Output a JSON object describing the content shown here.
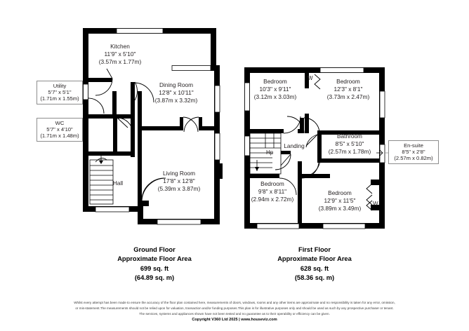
{
  "document": {
    "type": "floor-plan",
    "floors": [
      {
        "id": "ground",
        "title": "Ground Floor",
        "area_line": "Approximate Floor Area",
        "area_imperial": "699 sq. ft",
        "area_metric": "(64.89 sq. m)",
        "rooms": [
          {
            "name": "Kitchen",
            "dim_imperial": "11'9\" x 5'10\"",
            "dim_metric": "(3.57m x 1.77m)"
          },
          {
            "name": "Dining Room",
            "dim_imperial": "12'8\" x 10'11\"",
            "dim_metric": "(3.87m x 3.32m)"
          },
          {
            "name": "Living Room",
            "dim_imperial": "17'8\" x 12'8\"",
            "dim_metric": "(5.39m x 3.87m)"
          },
          {
            "name": "Hall",
            "dim_imperial": "",
            "dim_metric": ""
          }
        ],
        "callouts": [
          {
            "name": "Utility",
            "dim_imperial": "5'7\" x 5'1\"",
            "dim_metric": "(1.71m x 1.55m)"
          },
          {
            "name": "WC",
            "dim_imperial": "5'7\" x 4'10\"",
            "dim_metric": "(1.71m x 1.48m)"
          }
        ]
      },
      {
        "id": "first",
        "title": "First Floor",
        "area_line": "Approximate Floor Area",
        "area_imperial": "628 sq. ft",
        "area_metric": "(58.36 sq. m)",
        "rooms": [
          {
            "name": "Bedroom",
            "dim_imperial": "10'3\" x 9'11\"",
            "dim_metric": "(3.12m x 3.03m)"
          },
          {
            "name": "Bedroom",
            "dim_imperial": "12'3\" x 8'1\"",
            "dim_metric": "(3.73m x 2.47m)"
          },
          {
            "name": "Bathroom",
            "dim_imperial": "8'5\" x 5'10\"",
            "dim_metric": "(2.57m x 1.78m)"
          },
          {
            "name": "Bedroom",
            "dim_imperial": "9'8\" x 8'11\"",
            "dim_metric": "(2.94m x 2.72m)"
          },
          {
            "name": "Bedroom",
            "dim_imperial": "12'9\" x 11'5\"",
            "dim_metric": "(3.89m x 3.49m)"
          },
          {
            "name": "Landing",
            "dim_imperial": "",
            "dim_metric": ""
          }
        ],
        "callouts": [
          {
            "name": "En-suite",
            "dim_imperial": "8'5\" x 2'8\"",
            "dim_metric": "(2.57m x 0.82m)"
          }
        ],
        "markers": [
          {
            "label": "W",
            "meaning": "wardrobe"
          },
          {
            "label": "W",
            "meaning": "wardrobe"
          },
          {
            "label": "Hp",
            "meaning": "hot-press"
          }
        ]
      }
    ]
  },
  "footer": {
    "disclaimer_line1": "Whilst every attempt has been made to ensure the accuracy of the floor plan contained here, measurements of doors, windows, rooms and any other items are approximate and no responsibility is taken for any error, omission,",
    "disclaimer_line2": "or mis-statement.The measurements should not be relied upon for valuation, transaction and/or funding purposes.This plan is for illustrative purposes only and should be used as such by any prospective purchaser or tenant.",
    "disclaimer_line3": "The services, systems and appliances shown have not been tested and no guarantee as to their operability or efficiency can be given.",
    "copyright": "Copyright V360 Ltd 2025 | www.houseviz.com"
  },
  "colors": {
    "wall": "#000000",
    "window": "#ffffff",
    "text": "#231f20",
    "callout_border": "#8d8d8d",
    "background": "#ffffff"
  }
}
